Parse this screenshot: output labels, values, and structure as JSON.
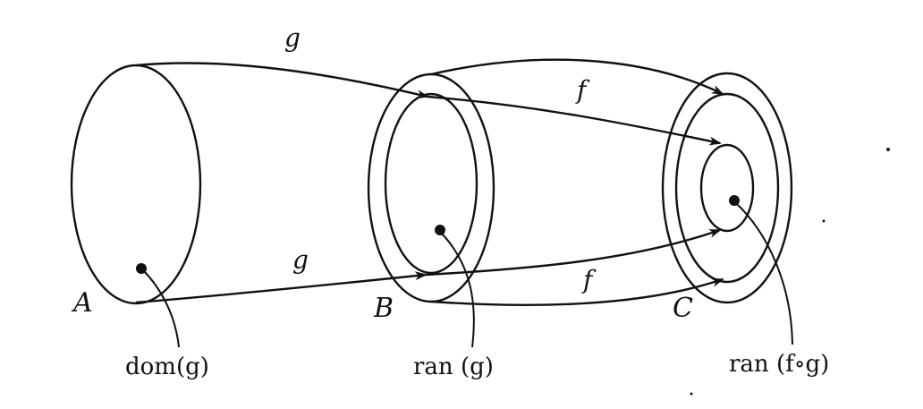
{
  "sets": {
    "A": "A",
    "B": "B",
    "C": "C"
  },
  "maps": {
    "g_top": "g",
    "g_bottom": "g",
    "f_top": "f",
    "f_bottom": "f"
  },
  "labels": {
    "dom_g": "dom(g)",
    "ran_g": "ran (g)",
    "ran_fog": "ran (f∘g)"
  },
  "colors": {
    "ink": "#111111",
    "background": "#ffffff"
  }
}
